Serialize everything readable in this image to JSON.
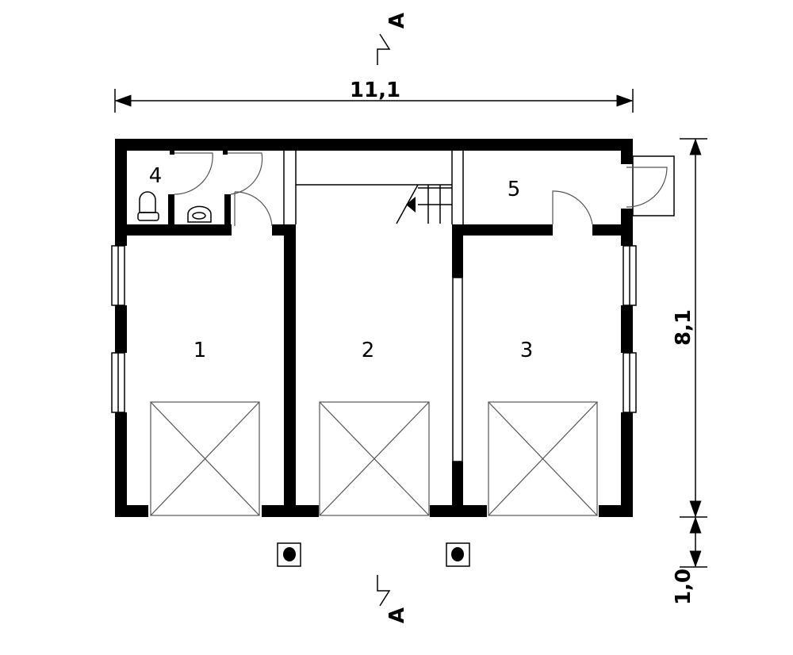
{
  "plan": {
    "rooms": [
      {
        "id": "1",
        "label": "1"
      },
      {
        "id": "2",
        "label": "2"
      },
      {
        "id": "3",
        "label": "3"
      },
      {
        "id": "4",
        "label": "4"
      },
      {
        "id": "5",
        "label": "5"
      }
    ],
    "dimensions": {
      "width": "11,1",
      "depth": "8,1",
      "front_offset": "1,0"
    },
    "section_marks": {
      "top": "A",
      "bottom": "A"
    },
    "colors": {
      "wall": "#000000",
      "background": "#ffffff"
    }
  }
}
